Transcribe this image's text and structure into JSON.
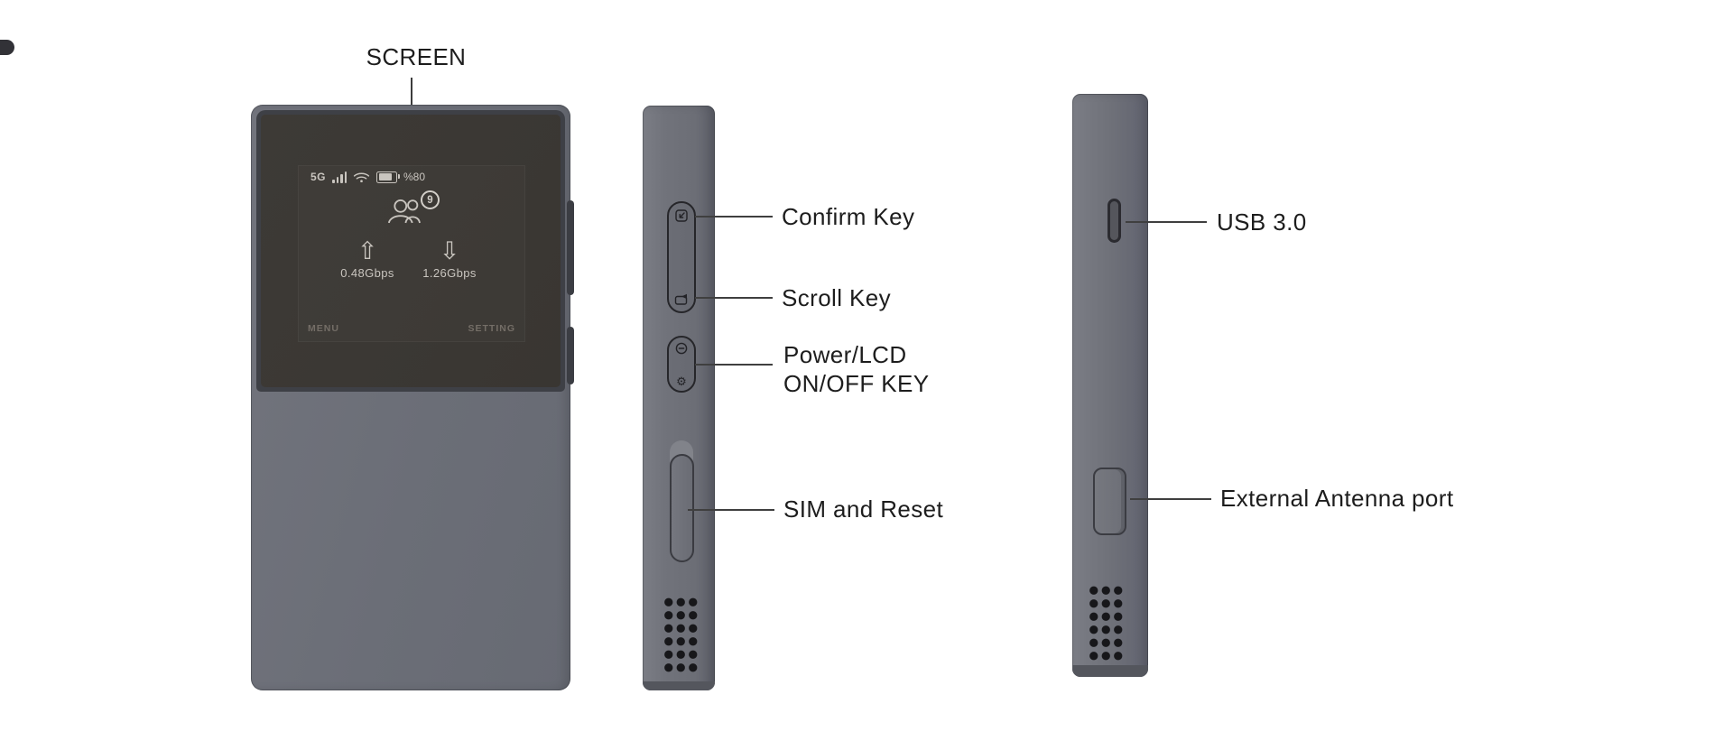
{
  "annotations": {
    "screen": {
      "label": "SCREEN"
    },
    "confirm_key": {
      "label": "Confirm Key"
    },
    "scroll_key": {
      "label": "Scroll Key"
    },
    "power_key": {
      "label_line1": "Power/LCD",
      "label_line2": "ON/OFF KEY"
    },
    "sim_reset": {
      "label": "SIM and Reset"
    },
    "usb": {
      "label": "USB 3.0"
    },
    "antenna": {
      "label": "External Antenna port"
    }
  },
  "device_screen": {
    "network": "5G",
    "battery_percent": "%80",
    "connected_users": "9",
    "upload_speed": "0.48Gbps",
    "download_speed": "1.26Gbps",
    "menu_label": "MENU",
    "setting_label": "SETTING"
  },
  "icons": {
    "upload_arrow_glyph": "⇧",
    "download_arrow_glyph": "⇩",
    "gear_glyph": "⚙"
  },
  "colors": {
    "device_body": "#6e7078",
    "screen_background": "#3b3834",
    "bezel": "#3e4046",
    "screen_text": "#c9c5bf",
    "label_text": "#1d1d1d",
    "leader_line": "#3f3f3f",
    "button_outline": "#26262a",
    "vent_dot": "#17171a"
  }
}
